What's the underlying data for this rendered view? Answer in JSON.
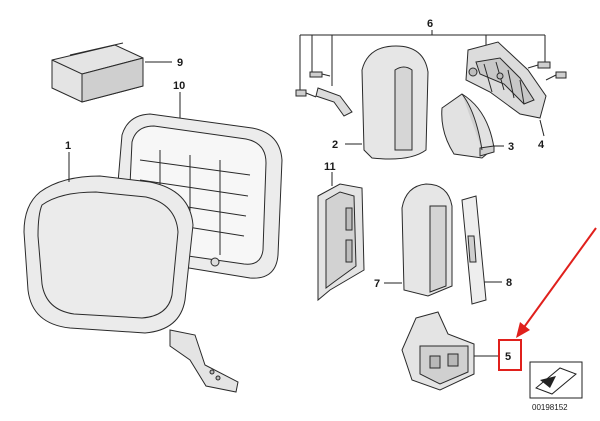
{
  "diagram": {
    "callouts": {
      "c1": "1",
      "c2": "2",
      "c3": "3",
      "c4": "4",
      "c5": "5",
      "c6": "6",
      "c7": "7",
      "c8": "8",
      "c9": "9",
      "c10": "10",
      "c11": "11"
    },
    "catalog_number": "00198152",
    "highlight": {
      "target": "5",
      "box_color": "#e0201c",
      "arrow_color": "#e0201c"
    },
    "part_fill": "#e6e6e6",
    "line_color": "#222222"
  }
}
